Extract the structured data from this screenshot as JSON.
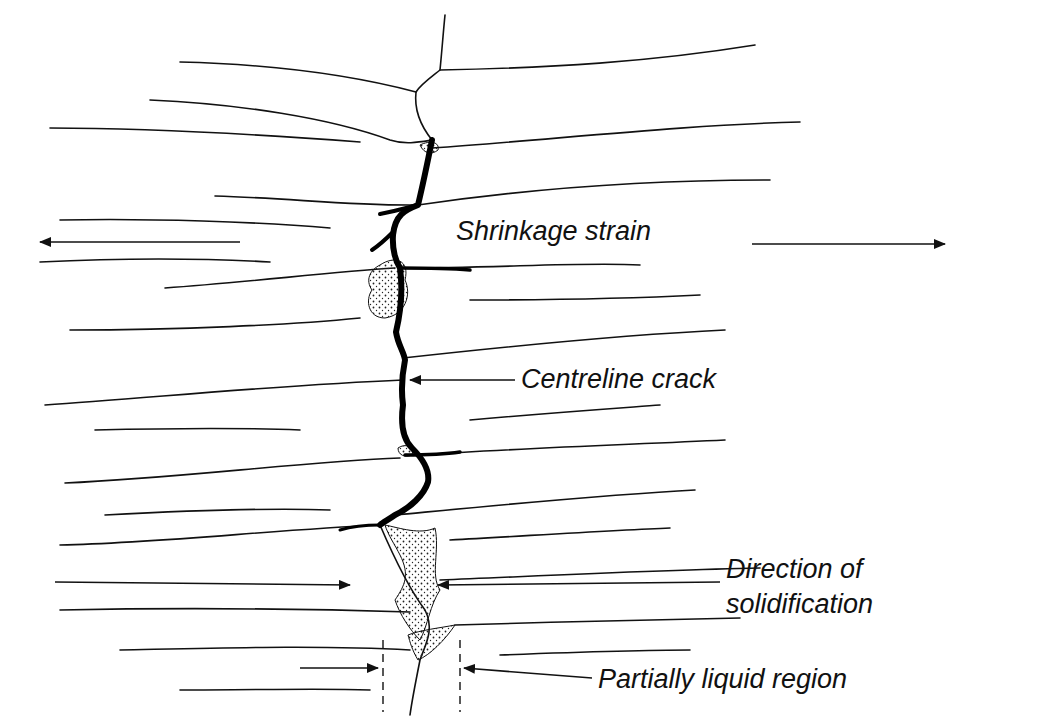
{
  "diagram": {
    "labels": [
      "Shrinkage strain",
      "Centreline crack",
      "Direction of solidification",
      "Partially liquid region"
    ]
  }
}
